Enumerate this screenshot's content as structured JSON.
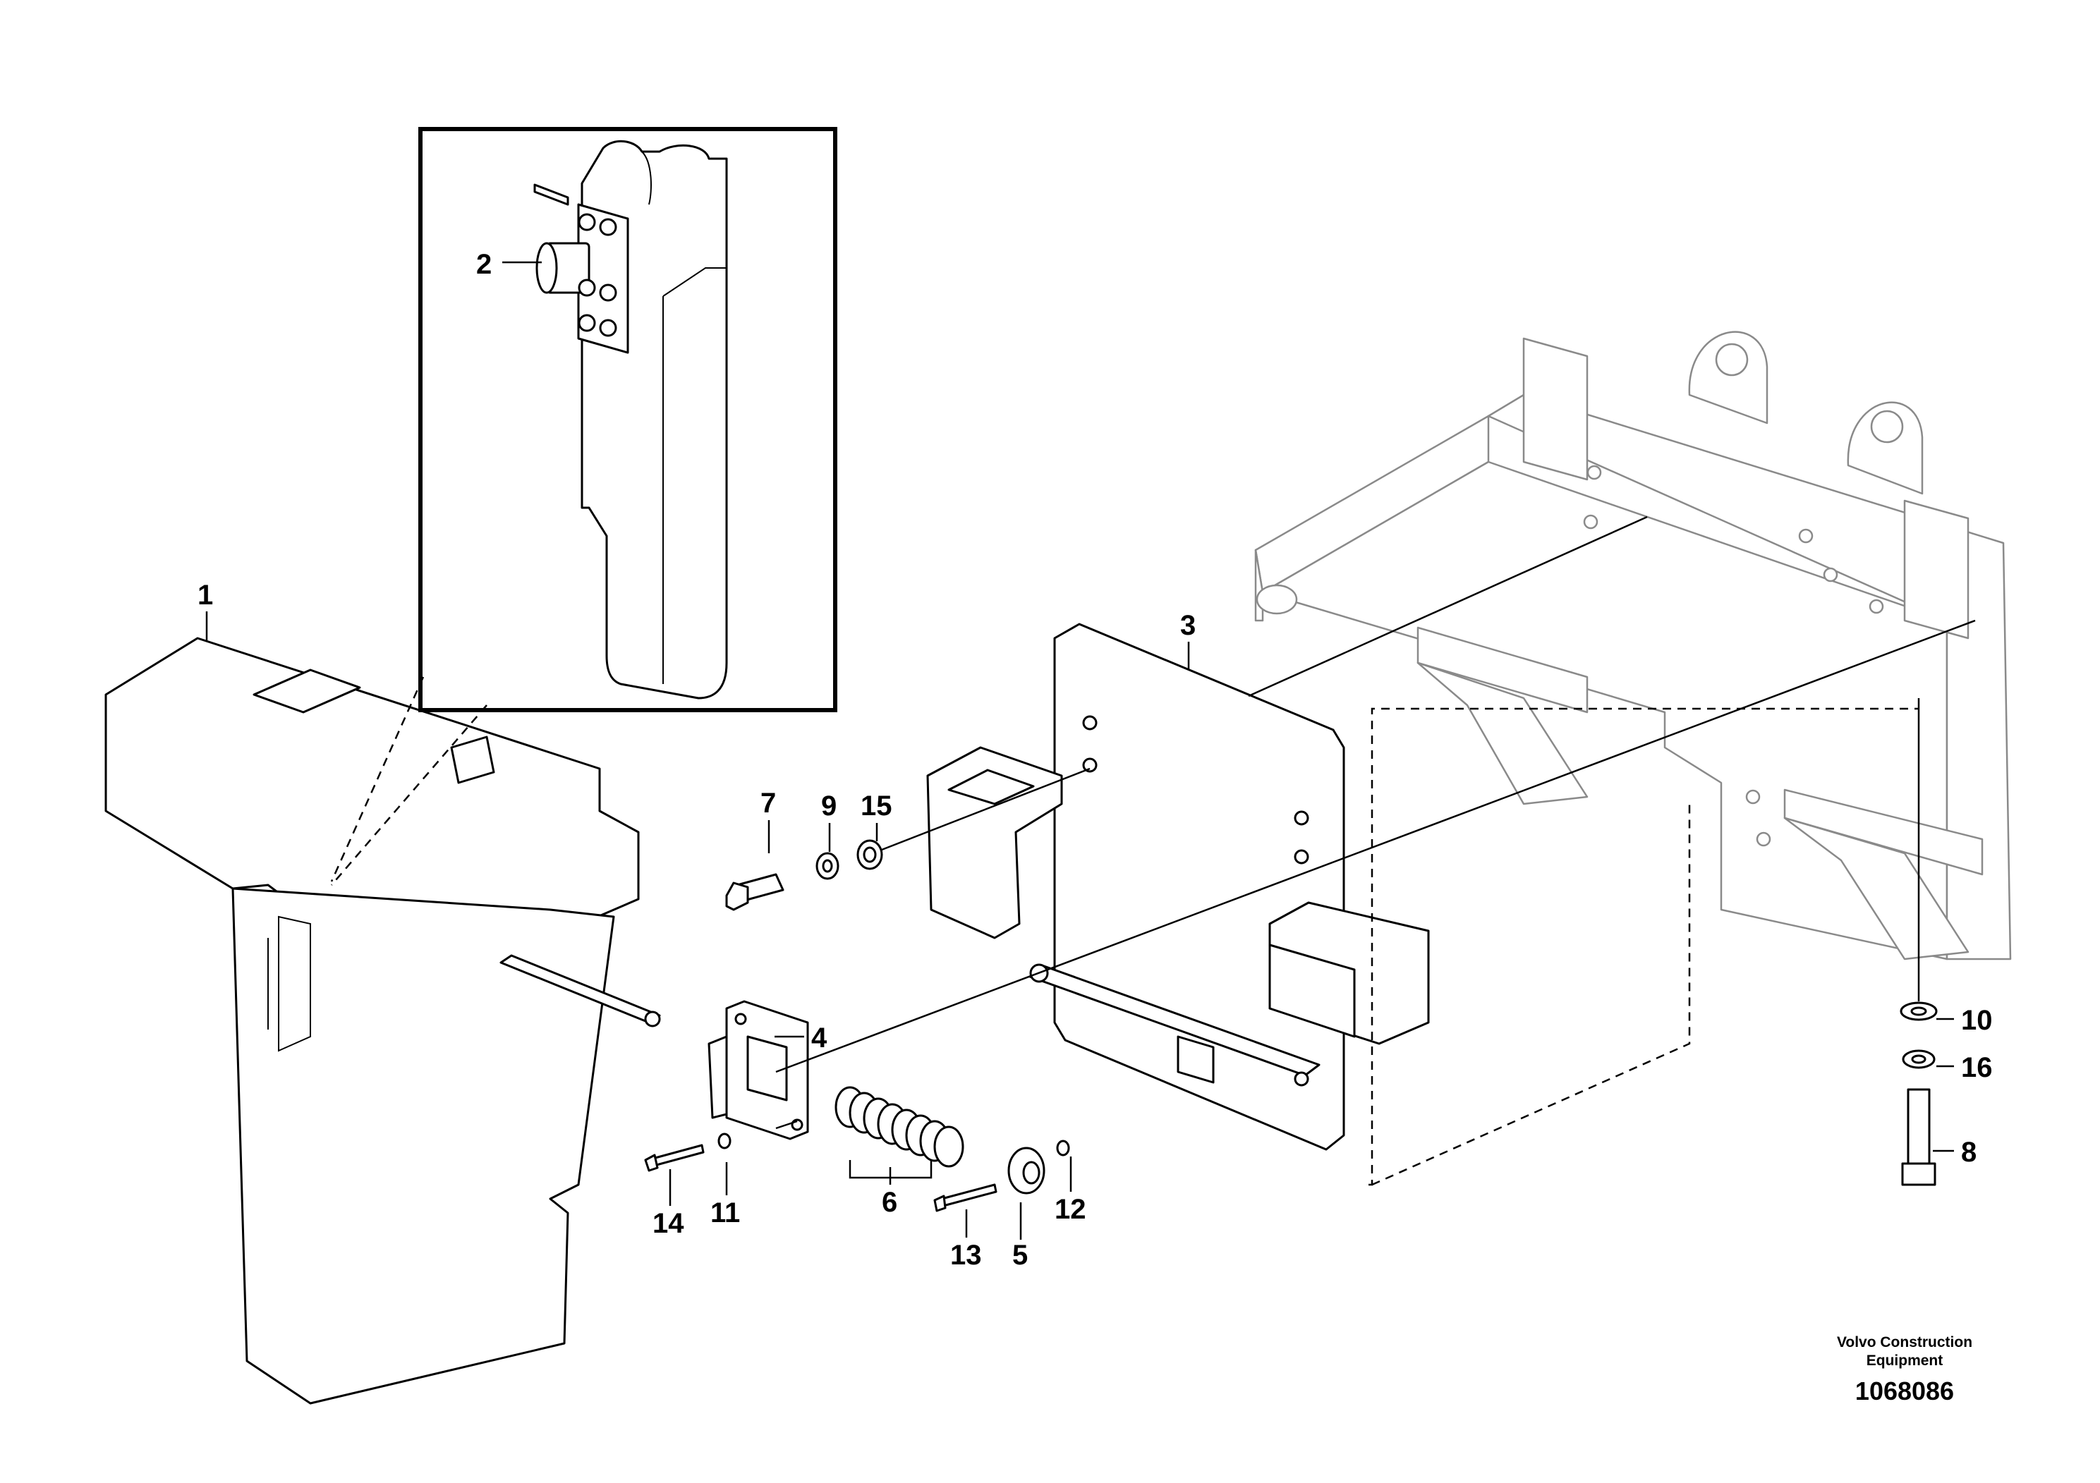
{
  "callouts": {
    "c1": "1",
    "c2": "2",
    "c3": "3",
    "c4": "4",
    "c5": "5",
    "c6": "6",
    "c7": "7",
    "c8": "8",
    "c9": "9",
    "c10": "10",
    "c11": "11",
    "c12": "12",
    "c13": "13",
    "c14": "14",
    "c15": "15",
    "c16": "16"
  },
  "footer": {
    "brand_line1": "Volvo Construction",
    "brand_line2": "Equipment",
    "doc_number": "1068086"
  }
}
